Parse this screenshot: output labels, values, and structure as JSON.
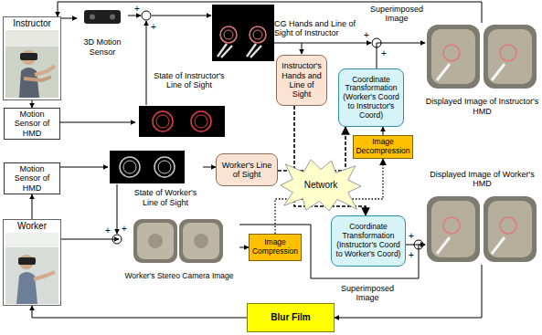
{
  "diagram": {
    "nodes": [
      {
        "text": [
          "Instructor"
        ]
      },
      {
        "text": [
          "3D Motion Sensor"
        ]
      },
      {
        "text": [
          "Instructor's Hands and Line of Sight"
        ]
      },
      {
        "text": [
          "Coordinate Transformation (Worker's Coord to Instructor's Coord)"
        ]
      },
      {
        "text": [
          "Displayed Image of Instructor's HMD"
        ]
      },
      {
        "text": [
          "State of Instructor's Line of Sight"
        ]
      },
      {
        "text": [
          "Motion Sensor of HMD"
        ]
      },
      {
        "text": [
          "Image Decompression"
        ]
      },
      {
        "text": [
          "Motion Sensor of HMD"
        ]
      },
      {
        "text": [
          "State of Worker's Line of Sight"
        ]
      },
      {
        "text": [
          "Worker's Line of Sight"
        ]
      },
      {
        "text": [
          "Network"
        ]
      },
      {
        "text": [
          "Displayed Image of Worker's HMD"
        ]
      },
      {
        "text": [
          "Worker"
        ]
      },
      {
        "text": [
          "Worker's Stereo Camera Image"
        ]
      },
      {
        "text": [
          "Image Compression"
        ]
      },
      {
        "text": [
          "Coordinate Transformation (Instructor's Coord to Worker's Coord)"
        ]
      },
      {
        "text": [
          "Blur Film"
        ]
      }
    ],
    "edges": [
      {
        "from": 0,
        "to": 1,
        "arrow": "to"
      },
      {
        "from": 0,
        "to": 6,
        "arrow": "to"
      },
      {
        "from": 6,
        "to": 5,
        "arrow": "to"
      },
      {
        "from": 2,
        "to": 16,
        "arrow": "to"
      },
      {
        "from": 10,
        "to": 3,
        "arrow": "to"
      },
      {
        "from": 7,
        "to": 3,
        "arrow": "to"
      },
      {
        "from": 3,
        "to": 4,
        "arrow": "to"
      },
      {
        "from": 4,
        "to": 0,
        "arrow": "to"
      },
      {
        "from": 13,
        "to": 8,
        "arrow": "to"
      },
      {
        "from": 8,
        "to": 9,
        "arrow": "to"
      },
      {
        "from": 9,
        "to": 10,
        "arrow": "to"
      },
      {
        "from": 13,
        "to": 14,
        "arrow": "to"
      },
      {
        "from": 14,
        "to": 15,
        "arrow": "to"
      },
      {
        "from": 14,
        "to": 12,
        "arrow": "to"
      },
      {
        "from": 16,
        "to": 12,
        "arrow": "to"
      },
      {
        "from": 15,
        "to": 7,
        "arrow": "to"
      },
      {
        "from": 12,
        "to": 17,
        "arrow": "to"
      },
      {
        "from": 17,
        "to": 13,
        "arrow": "to"
      }
    ],
    "labels": [
      "CG Hands and Line of Sight of Instructor",
      "Superimposed Image",
      "Superimposed Image",
      "+",
      "+",
      "+",
      "+",
      "+",
      "+",
      "+",
      "+"
    ]
  }
}
